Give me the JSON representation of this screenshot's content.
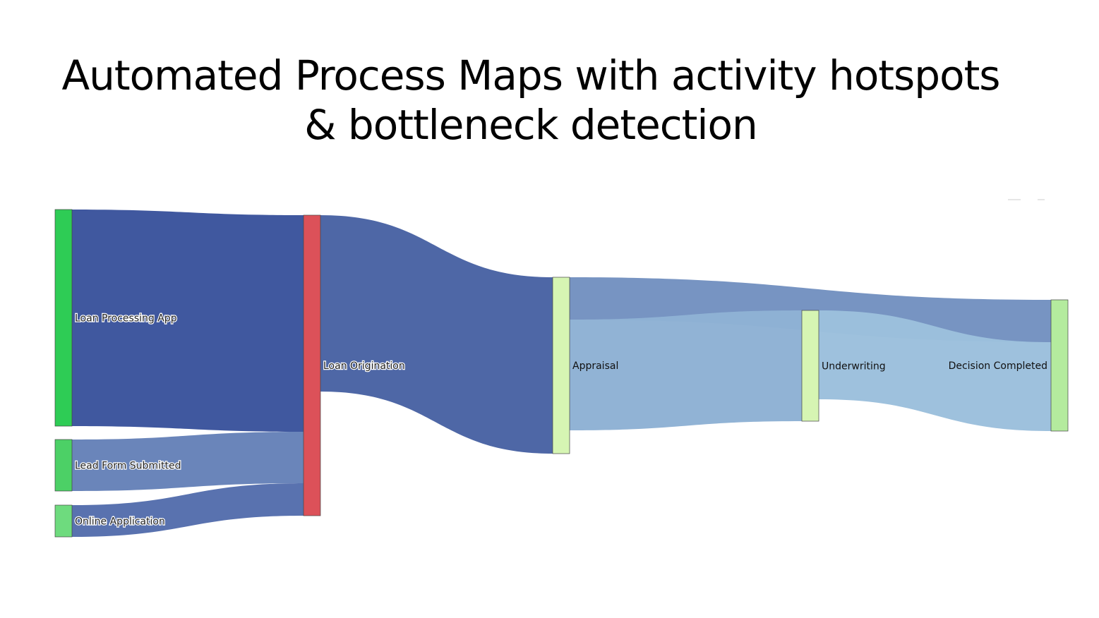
{
  "title": {
    "line1": "Automated Process Maps with activity hotspots",
    "line2": "& bottleneck detection"
  },
  "colors": {
    "source_node_dark": "#2ecc55",
    "source_node_mid": "#4cd066",
    "source_node_light": "#6edb7e",
    "bottleneck_node": "#dc5159",
    "light_node": "#d6f5b3",
    "end_node": "#b4eb9e",
    "link_dark": "#3c559d",
    "link_mid": "#4e69aa",
    "link_light": "#8fb1d4"
  },
  "diagram": {
    "nodes": [
      {
        "id": "loan-processing-app",
        "label": "Loan Processing App",
        "stage": 0,
        "color": "#2ecc55"
      },
      {
        "id": "lead-form-submitted",
        "label": "Lead Form Submitted",
        "stage": 0,
        "color": "#4cd066"
      },
      {
        "id": "online-application",
        "label": "Online Application",
        "stage": 0,
        "color": "#6edb7e"
      },
      {
        "id": "loan-origination",
        "label": "Loan Origination",
        "stage": 1,
        "color": "#dc5159"
      },
      {
        "id": "appraisal",
        "label": "Appraisal",
        "stage": 2,
        "color": "#d6f5b3"
      },
      {
        "id": "underwriting",
        "label": "Underwriting",
        "stage": 3,
        "color": "#d6f5b3"
      },
      {
        "id": "decision-completed",
        "label": "Decision Completed",
        "stage": 4,
        "color": "#b4eb9e"
      }
    ],
    "links": [
      {
        "source": "loan-processing-app",
        "target": "loan-origination",
        "value": 100,
        "color": "#3c559d"
      },
      {
        "source": "lead-form-submitted",
        "target": "loan-origination",
        "value": 24,
        "color": "#6783b9"
      },
      {
        "source": "online-application",
        "target": "loan-origination",
        "value": 15,
        "color": "#566fad"
      },
      {
        "source": "loan-origination",
        "target": "appraisal",
        "value": 82,
        "color": "#4a64a4"
      },
      {
        "source": "appraisal",
        "target": "decision-completed",
        "value": 20,
        "color": "#7492c1"
      },
      {
        "source": "appraisal",
        "target": "underwriting",
        "value": 52,
        "color": "#8fb1d4"
      },
      {
        "source": "underwriting",
        "target": "decision-completed",
        "value": 42,
        "color": "#9cc0dc"
      }
    ]
  }
}
